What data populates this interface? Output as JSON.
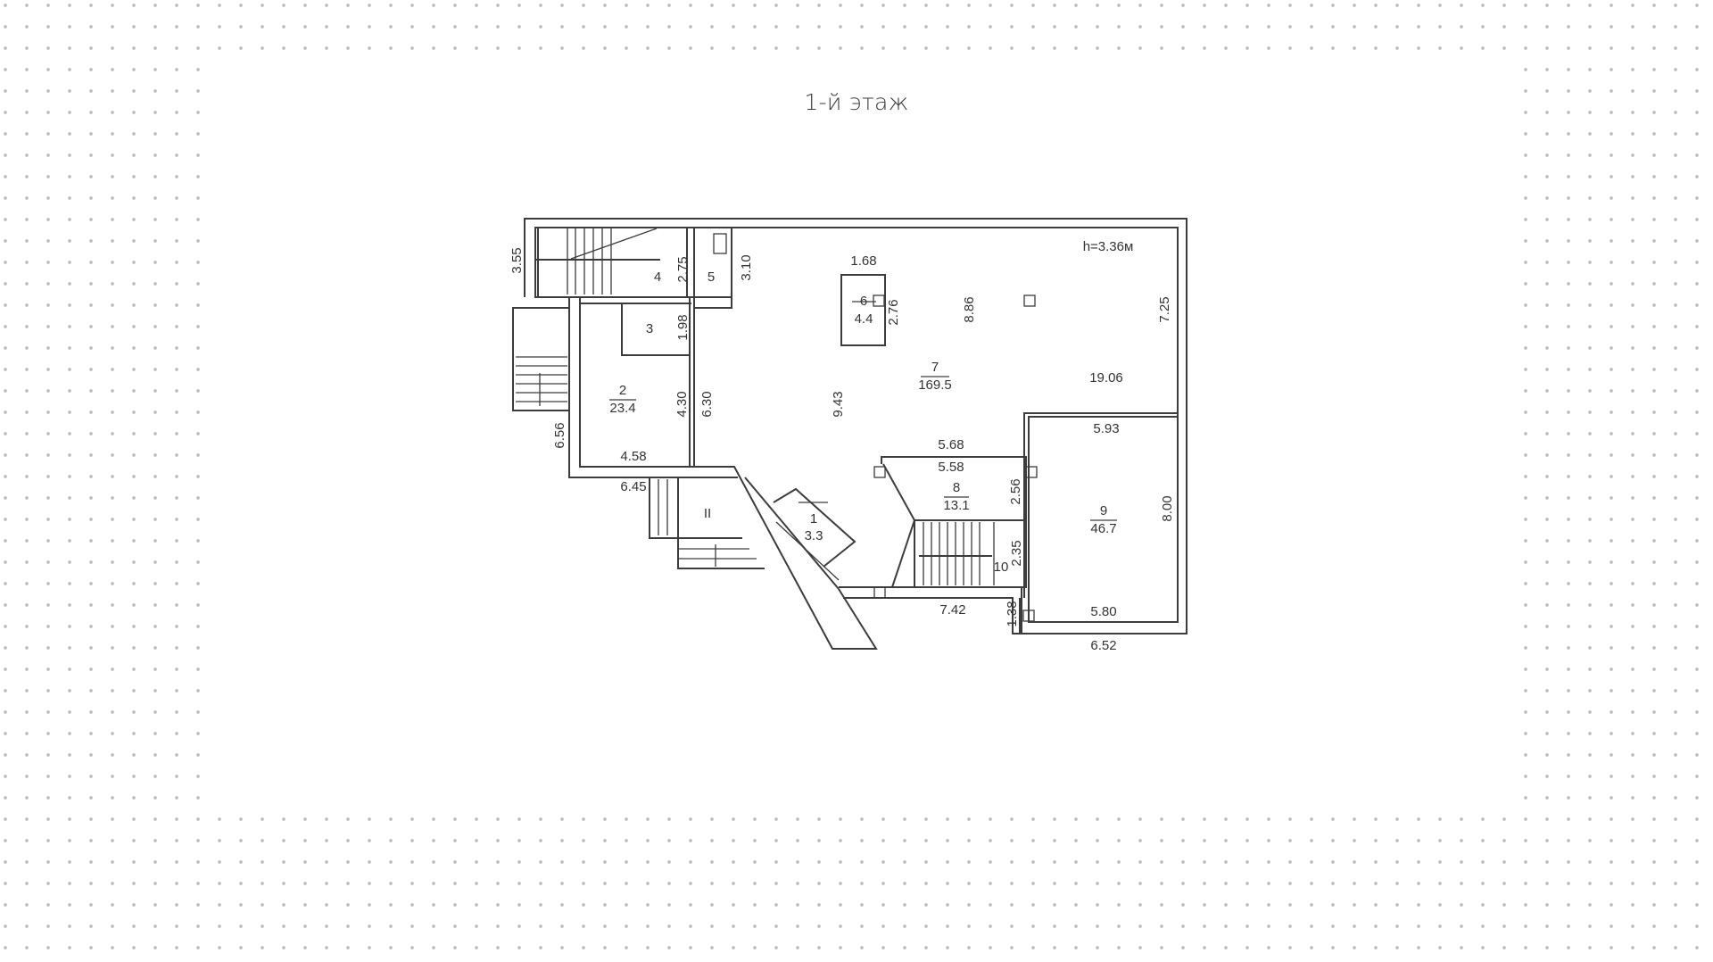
{
  "title": "1-й этаж",
  "plan": {
    "ceiling_height": "h=3.36м",
    "rooms": [
      {
        "number": "1",
        "area": "3.3"
      },
      {
        "number": "2",
        "area": "23.4"
      },
      {
        "number": "3"
      },
      {
        "number": "4"
      },
      {
        "number": "5"
      },
      {
        "number": "6",
        "area": "4.4"
      },
      {
        "number": "7",
        "area": "169.5"
      },
      {
        "number": "8",
        "area": "13.1"
      },
      {
        "number": "9",
        "area": "46.7"
      },
      {
        "number": "10"
      }
    ],
    "entrance": "II",
    "dimensions": [
      "3.55",
      "2.75",
      "3.10",
      "1.98",
      "4.30",
      "6.30",
      "9.43",
      "6.56",
      "4.58",
      "6.45",
      "1.68",
      "2.76",
      "8.86",
      "7.25",
      "19.06",
      "5.93",
      "5.68",
      "5.58",
      "2.56",
      "8.00",
      "2.35",
      "7.42",
      "1.38",
      "5.80",
      "6.52"
    ]
  }
}
